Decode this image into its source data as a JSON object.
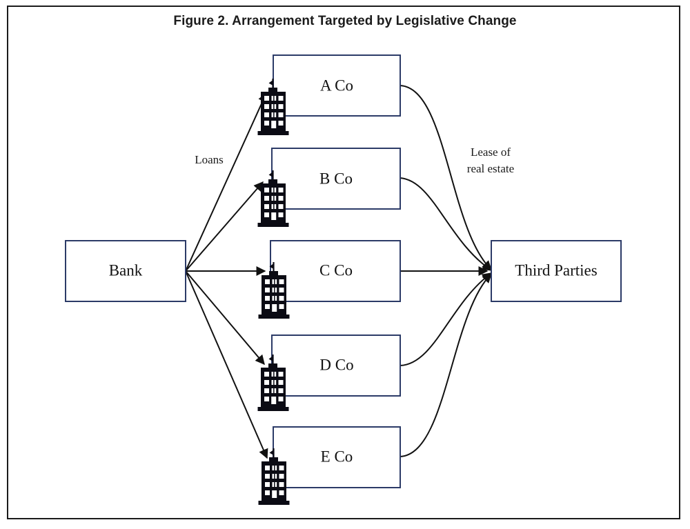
{
  "figure": {
    "title": "Figure 2. Arrangement Targeted by Legislative Change",
    "frame_color": "#1a1a1a",
    "box_border_color": "#2b3a67",
    "line_color": "#111111",
    "building_color": "#0b0b14",
    "background": "#ffffff"
  },
  "nodes": {
    "source": {
      "id": "bank",
      "label": "Bank"
    },
    "companies": [
      {
        "id": "a-co",
        "label": "A Co"
      },
      {
        "id": "b-co",
        "label": "B Co"
      },
      {
        "id": "c-co",
        "label": "C Co"
      },
      {
        "id": "d-co",
        "label": "D Co"
      },
      {
        "id": "e-co",
        "label": "E Co"
      }
    ],
    "target": {
      "id": "third-parties",
      "label": "Third Parties"
    }
  },
  "edge_labels": {
    "loans": "Loans",
    "lease_line1": "Lease of",
    "lease_line2": "real estate"
  },
  "icons": {
    "building": "building-icon"
  }
}
